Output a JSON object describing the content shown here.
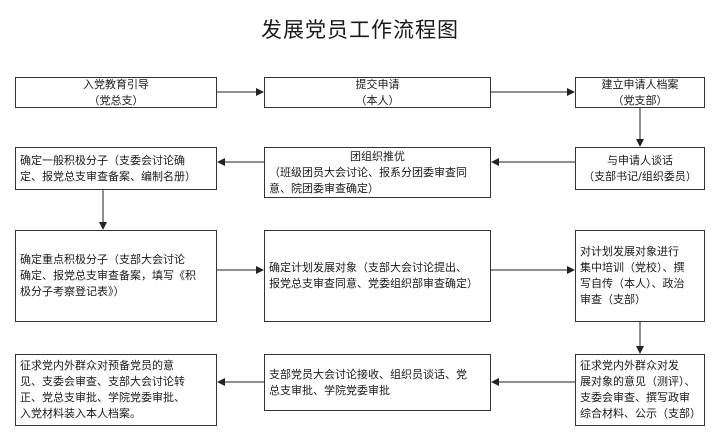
{
  "title": "发展党员工作流程图",
  "steps": {
    "s1": {
      "lines": [
        "入党教育引导",
        "（党总支）"
      ]
    },
    "s2": {
      "lines": [
        "提交申请",
        "（本人）"
      ]
    },
    "s3": {
      "lines": [
        "建立申请人档案",
        "（党支部）"
      ]
    },
    "s4": {
      "lines": [
        "与申请人谈话",
        "（支部书记/组织委员）"
      ]
    },
    "s5": {
      "lines": [
        "团组织推优",
        "（班级团员大会讨论、报系分团委审查同",
        "意、院团委审查确定）"
      ]
    },
    "s6": {
      "lines": [
        "确定一般积极分子（支委会讨论确",
        "定、报党总支审查备案、编制名册）"
      ]
    },
    "s7": {
      "lines": [
        "确定重点积极分子（支部大会讨论",
        "确定、报党总支审查备案，填写《积",
        "极分子考察登记表》）"
      ]
    },
    "s8": {
      "lines": [
        "确定计划发展对象（支部大会讨论提出、",
        "报党总支审查同意、党委组织部审查确定）"
      ]
    },
    "s9": {
      "lines": [
        "对计划发展对象进行",
        "集中培训（党校）、撰",
        "写自传（本人）、政治",
        "审查（支部）"
      ]
    },
    "s10": {
      "lines": [
        "征求党内外群众对发",
        "展对象的意见（测评）、",
        "支委会审查、撰写政审",
        "综合材料、公示（支部）"
      ]
    },
    "s11": {
      "lines": [
        "支部党员大会讨论接收、组织员谈话、党",
        "总支审批、学院党委审批"
      ]
    },
    "s12": {
      "lines": [
        "征求党内外群众对预备党员的意",
        "见、支委会审查、支部大会讨论转",
        "正、党总支审批、学院党委审批、",
        "入党材料装入本人档案。"
      ]
    }
  }
}
